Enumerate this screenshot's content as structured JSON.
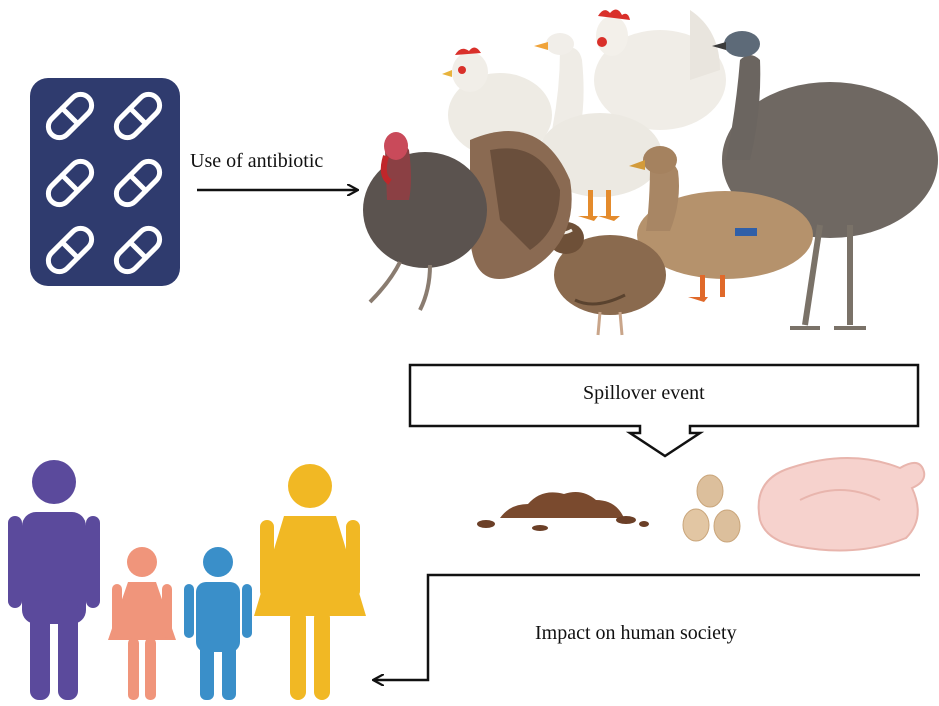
{
  "labels": {
    "antibiotic": "Use of antibiotic",
    "spillover": "Spillover event",
    "impact": "Impact on human society"
  },
  "colors": {
    "pill_pack": "#2f3b6e",
    "adult_male": "#5b4a9c",
    "girl": "#f0957b",
    "boy": "#3a8fc9",
    "adult_female": "#f1b824",
    "arrow": "#111111"
  },
  "illustrations": {
    "antibiotic_pack": "pill-blister-pack-icon",
    "poultry_group": [
      "turkey",
      "chicken",
      "goose",
      "chicken",
      "quail",
      "duck",
      "emu"
    ],
    "products": [
      "manure",
      "eggs",
      "raw-chicken"
    ],
    "people": [
      "adult-male",
      "girl",
      "boy",
      "adult-female"
    ]
  }
}
